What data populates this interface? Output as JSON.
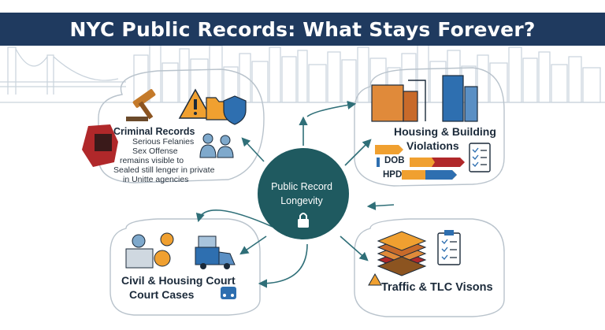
{
  "header": {
    "title": "NYC Public Records: What Stays Forever?"
  },
  "hub": {
    "line1": "Public Record",
    "line2": "Longevity",
    "icon": "lock-icon"
  },
  "criminal": {
    "title": "Criminal Records",
    "lines": [
      "Serious Felanies",
      "Sex Offense",
      "remains visible to",
      "Sealed still lenger in private",
      "in Unitte agencies"
    ],
    "icons": [
      "gavel-icon",
      "warning-icon",
      "folder-icon",
      "shield-icon",
      "people-icon"
    ]
  },
  "housing": {
    "title_line1": "Housing & Building",
    "title_line2": "Violations",
    "labels": [
      "DOB",
      "HPD"
    ],
    "icons": [
      "buildings-icon",
      "checklist-icon"
    ]
  },
  "civil": {
    "title_line1": "Civil & Housing Court",
    "title_line2": "Court Cases",
    "icons": [
      "person-desk-icon",
      "coin-icon",
      "van-icon",
      "car-icon"
    ]
  },
  "traffic": {
    "title": "Traffic & TLC Visons",
    "icons": [
      "paper-stack-icon",
      "clipboard-icon"
    ]
  },
  "colors": {
    "banner": "#1f3a5f",
    "hub": "#1f5a60",
    "orange": "#f0a030",
    "red": "#b0282a",
    "blue": "#2e6fb0",
    "arrow": "#2f6f78",
    "skyline": "#c9d3dc"
  }
}
